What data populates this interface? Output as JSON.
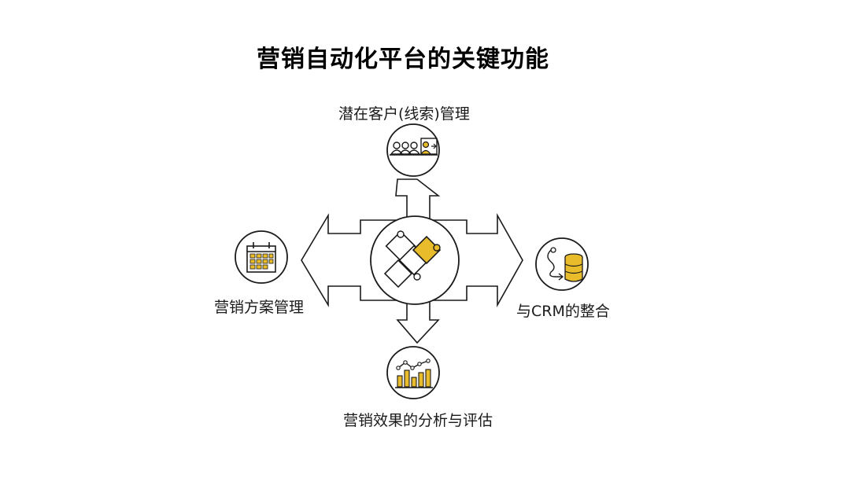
{
  "title": "营销自动化平台的关键功能",
  "center": {
    "icon": "puzzle-icon"
  },
  "functions": {
    "top": {
      "label": "潜在客户(线索)管理",
      "icon": "people-group-icon"
    },
    "left": {
      "label": "营销方案管理",
      "icon": "calendar-icon"
    },
    "right": {
      "label": "与CRM的整合",
      "icon": "database-integration-icon"
    },
    "bottom": {
      "label": "营销效果的分析与评估",
      "icon": "chart-analytics-icon"
    }
  },
  "colors": {
    "accent": "#e8bc2a",
    "line": "#1a1a1a",
    "background": "#ffffff"
  }
}
